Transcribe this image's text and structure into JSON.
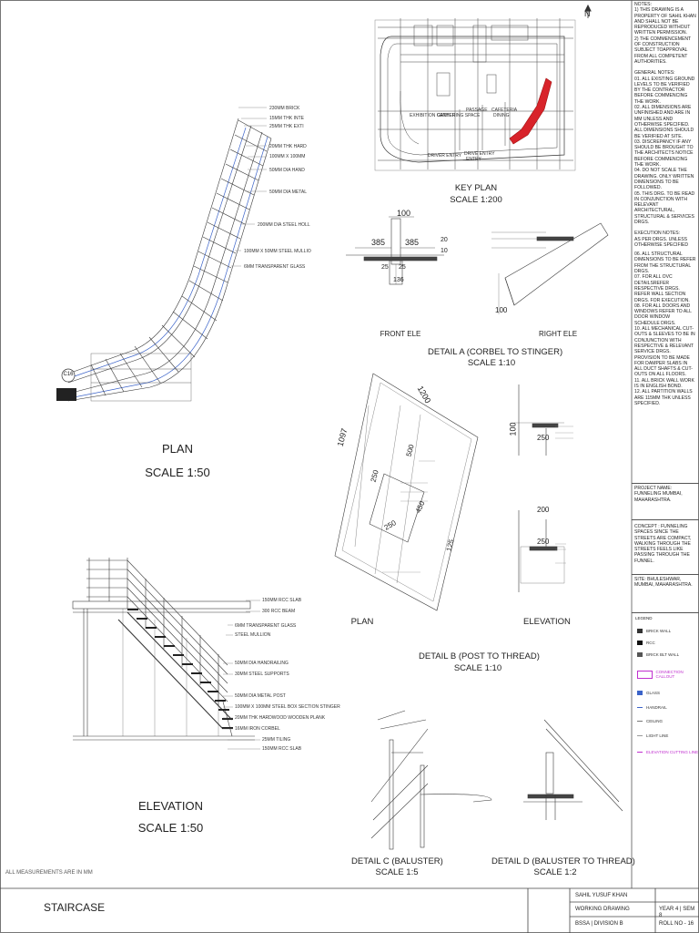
{
  "north_label": "N",
  "key_plan": {
    "title": "KEY PLAN",
    "scale": "SCALE 1:200",
    "room_labels": [
      "EXHIBITION CENTER",
      "GATHERING SPACE",
      "PASSAGE",
      "CAFETERIA",
      "DINING",
      "DRIVER ENTRY",
      "DRIVE ENTRY",
      "ENTRY"
    ]
  },
  "plan_view": {
    "title": "PLAN",
    "scale": "SCALE 1:50",
    "callout": "C16",
    "annotations": [
      "230MM BRICK",
      "15MM THK INTE",
      "25MM THK EXTI",
      "20MM THK HARD",
      "100MM X 100MM",
      "50MM DIA HAND",
      "50MM DIA METAL",
      "200MM DIA STEEL HOLL",
      "100MM X 50MM STEEL MULLIO",
      "6MM TRANSPARENT GLASS"
    ]
  },
  "elevation_view": {
    "title": "ELEVATION",
    "scale": "SCALE 1:50",
    "annotations": [
      "150MM RCC SLAB",
      "300 RCC BEAM",
      "6MM TRANSPARENT GLASS",
      "STEEL MULLION",
      "50MM DIA HANDRAILING",
      "30MM STEEL SUPPORTS",
      "50MM DIA METAL POST",
      "100MM X 100MM STEEL BOX SECTION STINGER",
      "20MM THK HARDWOOD WOODEN PLANK",
      "16MM IRON CORBEL",
      "25MM TILING",
      "150MM RCC SLAB"
    ]
  },
  "detail_a": {
    "title": "DETAIL A (CORBEL TO STINGER)",
    "scale": "SCALE 1:10",
    "front_label": "FRONT ELE",
    "right_label": "RIGHT ELE",
    "dims": [
      "100",
      "385",
      "385",
      "20",
      "10",
      "25",
      "25",
      "136",
      "100"
    ]
  },
  "detail_b": {
    "title": "DETAIL B (POST TO THREAD)",
    "scale": "SCALE 1:10",
    "plan_label": "PLAN",
    "elevation_label": "ELEVATION",
    "dims": [
      "1200",
      "1097",
      "500",
      "250",
      "450",
      "250",
      "125",
      "100",
      "250",
      "200",
      "250"
    ]
  },
  "detail_c": {
    "title": "DETAIL C (BALUSTER)",
    "scale": "SCALE 1:5"
  },
  "detail_d": {
    "title": "DETAIL D (BALUSTER TO THREAD)",
    "scale": "SCALE 1:2"
  },
  "footnote": "ALL MEASUREMENTS ARE IN MM",
  "sheet_title": "STAIRCASE",
  "notes": {
    "heading": "NOTES:",
    "items": [
      "1) THIS DRAWING IS A PROPERTY OF SAHIL KHAN AND SHALL NOT BE REPRODUCED WITHOUT WRITTEN PERMISSION.",
      "2) THE COMMENCEMENT OF CONSTRUCTION SUBJECT TOAPPROVAL FROM ALL COMPETENT AUTHORITIES."
    ],
    "general_heading": "GENERAL NOTES:",
    "general_items": [
      "01. ALL EXISTING GROUND LEVELS TO BE VERIFIED BY THE CONTRACTOR BEFORE COMMENCING THE WORK.",
      "02. ALL DIMENSIONS ARE UNFINISHED AND ARE IN MM UNLESS AND OTHERWISE SPECIFIED. ALL DIMENSIONS SHOULD BE VERIFIED AT SITE.",
      "03. DISCREPANCY IF ANY SHOULD BE BROUGHT TO THE ARCHITECTS NOTICE BEFORE COMMENCING THE WORK.",
      "04. DO NOT SCALE THE DRAWING. ONLY WRITTEN DIMENSIONS TO BE FOLLOWED.",
      "05. THIS DRG. TO BE READ IN CONJUNCTION WITH RELEVANT ARCHITECTURAL, STRUCTURAL & SERVICES DRGS."
    ],
    "execution_heading": "EXECUTION NOTES:",
    "execution_items": [
      "AS PER DRGS. UNLESS OTHERWISE SPECIFIED",
      "06. ALL STRUCTURAL DIMENSIONS TO BE REFER FROM THE STRUCTURAL DRGS.",
      "07. FOR ALL OVC DETAILSREFER RESPECTIVE DRGS. REFER WALL SECTION DRGS. FOR EXECUTION.",
      "08. FOR ALL DOORS AND WINDOWS REFER TO ALL DOOR WINDOW SCHEDULE DRGS.",
      "10. ALL MECHANICAL CUT-OUTS & SLEEVES TO BE IN CONJUNCTION WITH RESPECTIVE & RELEVANT SERVICE DRGS. PROVISION TO BE MADE FOR DAMPER SLABS IN ALL DUCT SHAFTS & CUT-OUTS ON ALL FLOORS.",
      "11. ALL BRICK WALL WORK IS IN ENGLISH BOND.",
      "12. ALL PARTITION WALLS ARE 115MM THK UNLESS SPECIFIED."
    ]
  },
  "project": {
    "name_line": "PROJECT NAME: FUNNELING MUMBAI, MAHARASHTRA.",
    "concept": "CONCEPT : FUNNELING SPACES SINCE THE STREETS ARE COMPACT, WALKING THROUGH THE STREETS FEELS LIKE PASSING THROUGH THE FUNNEL.",
    "site": "SITE: BHULESHWAR, MUMBAI, MAHARASHTRA."
  },
  "legend": {
    "heading": "LEGEND",
    "items": [
      "BRICK WALL",
      "RCC",
      "BRICK BLT WALL",
      "CONNECTION CALLOUT",
      "GLASS",
      "HANDRAIL",
      "CEILING",
      "LIGHT LINE",
      "ELEVATION CUTTING LINE"
    ]
  },
  "title_block": {
    "author": "SAHIL YUSUF KHAN",
    "drawing_type": "WORKING DRAWING",
    "course": "BSSA | DIVISION B",
    "year": "YEAR 4 | SEM 8",
    "roll": "ROLL NO - 16"
  },
  "colors": {
    "line": "#3a3a3a",
    "blue": "#3b63c9",
    "red": "#d8232a",
    "magenta": "#c02fcf"
  }
}
